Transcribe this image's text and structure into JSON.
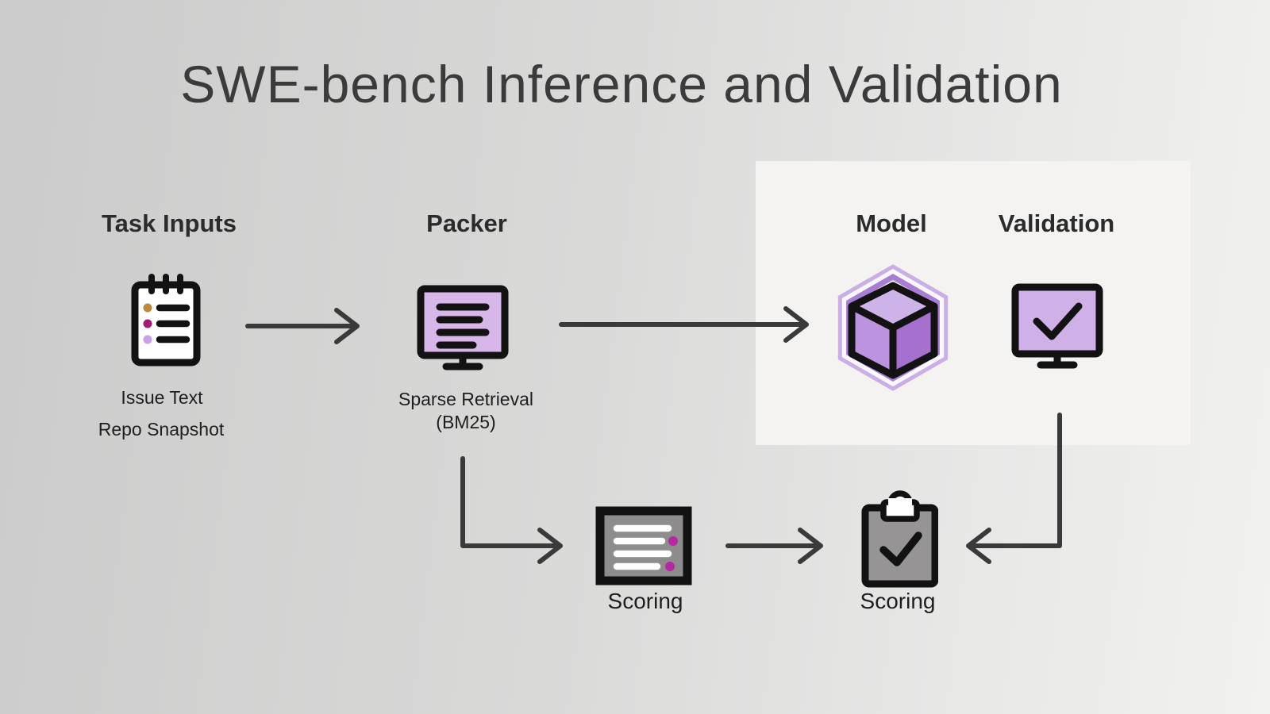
{
  "title": "SWE-bench Inference and Validation",
  "colors": {
    "arrow": "#3a3a3a",
    "icon_outline": "#121212",
    "purple_screen": "#d7b7ea",
    "purple_screen_validation": "#cfb0e8",
    "cube_top": "#cdb3e7",
    "cube_left": "#bb93de",
    "cube_right": "#a671ce",
    "hex_ring_outer": "#c9afe6",
    "hex_ring_inner": "#a87ed4",
    "gray_card": "#8e8c8c",
    "gray_clipboard": "#969494",
    "dot_gold": "#b8893f",
    "dot_magenta": "#a31c77",
    "dot_lilac": "#c8a1e6",
    "dot_pink": "#b52aa2",
    "panel_bg": "#f4f3f1"
  },
  "nodes": {
    "task_inputs": {
      "label": "Task Inputs",
      "icon": "notepad-icon",
      "sublabels": [
        "Issue Text",
        "Repo Snapshot"
      ]
    },
    "packer": {
      "label": "Packer",
      "icon": "monitor-text-icon",
      "sublabels": [
        "Sparse Retrieval",
        "(BM25)"
      ]
    },
    "model": {
      "label": "Model",
      "icon": "cube-hexagon-icon"
    },
    "validation": {
      "label": "Validation",
      "icon": "monitor-check-icon"
    },
    "scoring_report": {
      "label": "Scoring",
      "icon": "report-lines-icon"
    },
    "scoring_clipboard": {
      "label": "Scoring",
      "icon": "clipboard-check-icon"
    }
  },
  "arrows": [
    "task-inputs-to-packer",
    "packer-to-model",
    "packer-to-scoring-report",
    "scoring-report-to-scoring-clipboard",
    "validation-to-scoring-clipboard"
  ]
}
